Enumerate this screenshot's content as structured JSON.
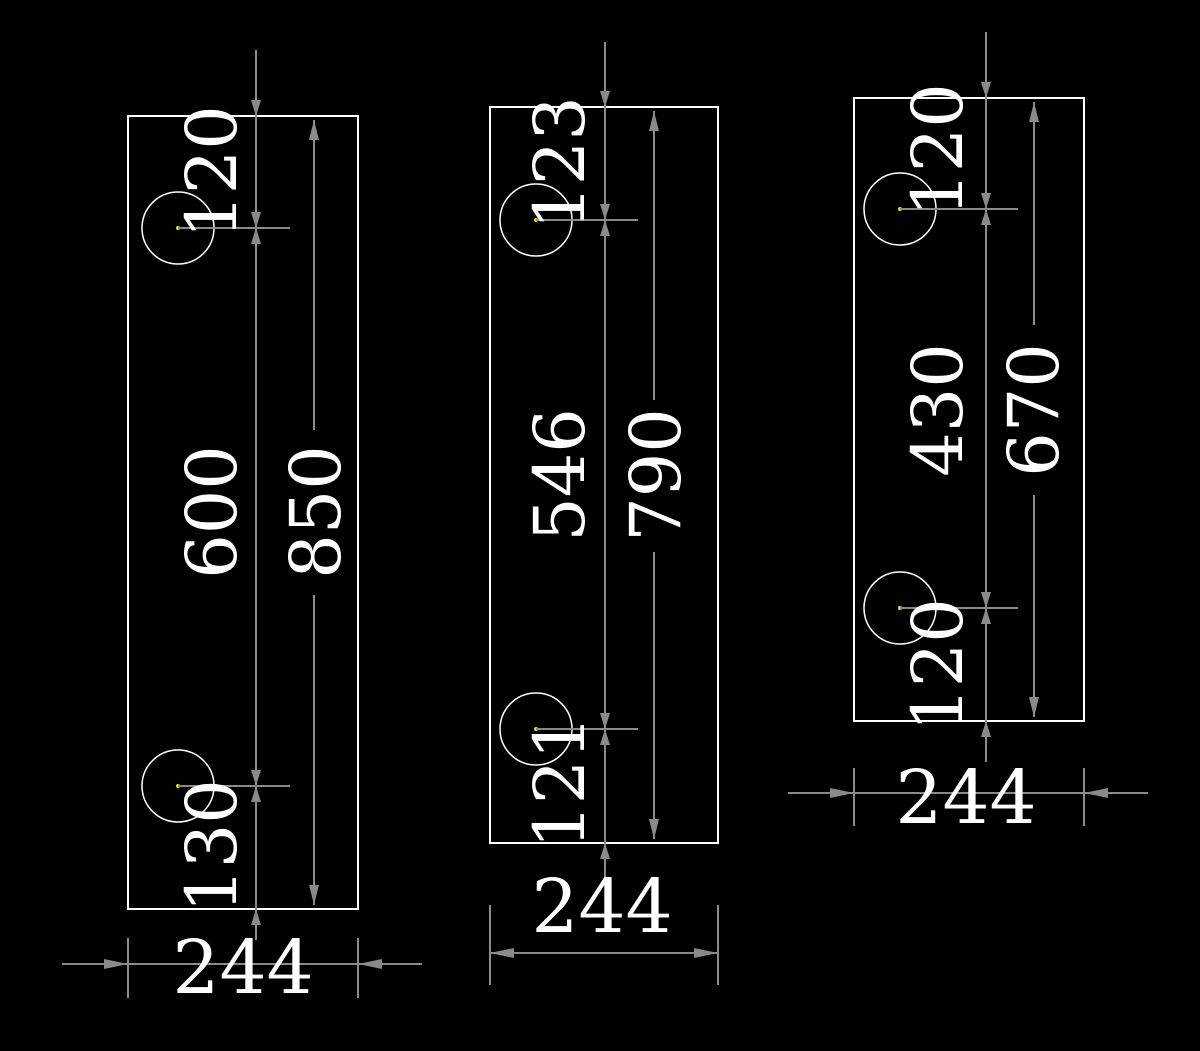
{
  "panels": [
    {
      "width_label": "244",
      "total_label": "850",
      "spacing_label": "600",
      "top_offset_label": "120",
      "bottom_offset_label": "130"
    },
    {
      "width_label": "244",
      "total_label": "790",
      "spacing_label": "546",
      "top_offset_label": "123",
      "bottom_offset_label": "121"
    },
    {
      "width_label": "244",
      "total_label": "670",
      "spacing_label": "430",
      "top_offset_label": "120",
      "bottom_offset_label": "120"
    }
  ],
  "colors": {
    "background": "#000000",
    "outline": "#ffffff",
    "dimension": "#8a8a8a",
    "text": "#ffffff",
    "snap_point": "#e6e600"
  }
}
